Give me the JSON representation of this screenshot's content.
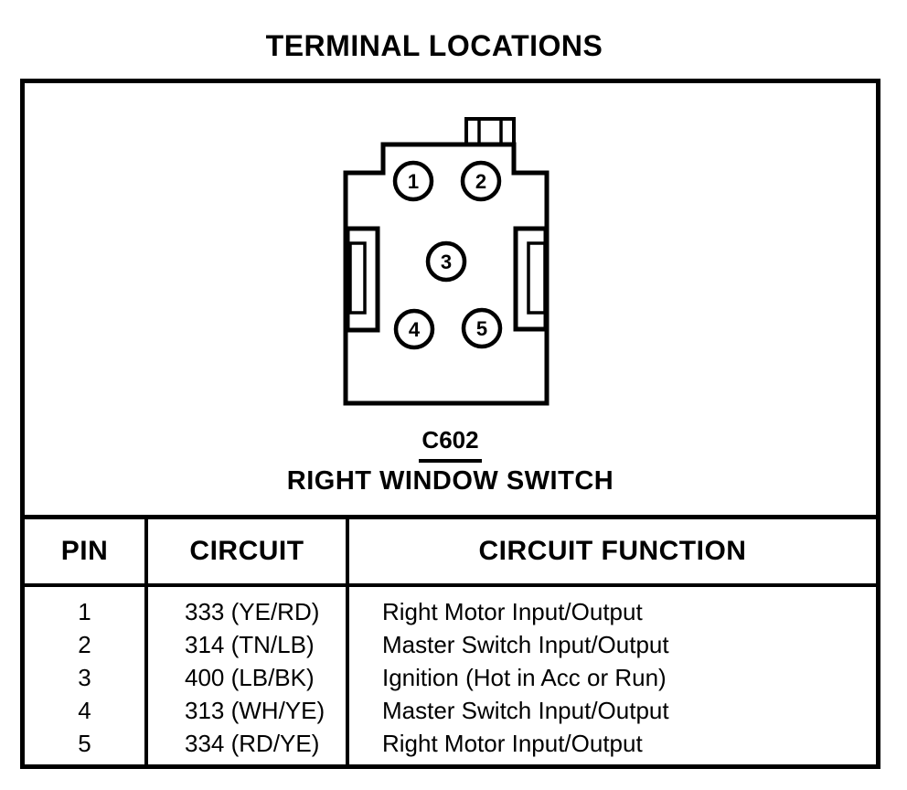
{
  "page": {
    "title": "TERMINAL LOCATIONS"
  },
  "connector": {
    "id": "C602",
    "name": "RIGHT WINDOW SWITCH",
    "pins": [
      "1",
      "2",
      "3",
      "4",
      "5"
    ]
  },
  "table": {
    "headers": [
      "PIN",
      "CIRCUIT",
      "CIRCUIT FUNCTION"
    ],
    "rows": [
      {
        "pin": "1",
        "circuit": "333 (YE/RD)",
        "function": "Right Motor Input/Output"
      },
      {
        "pin": "2",
        "circuit": "314 (TN/LB)",
        "function": "Master Switch Input/Output"
      },
      {
        "pin": "3",
        "circuit": "400 (LB/BK)",
        "function": "Ignition (Hot in Acc or Run)"
      },
      {
        "pin": "4",
        "circuit": "313 (WH/YE)",
        "function": "Master Switch Input/Output"
      },
      {
        "pin": "5",
        "circuit": "334 (RD/YE)",
        "function": "Right Motor Input/Output"
      }
    ]
  },
  "colors": {
    "ink": "#000000",
    "paper": "#ffffff"
  }
}
